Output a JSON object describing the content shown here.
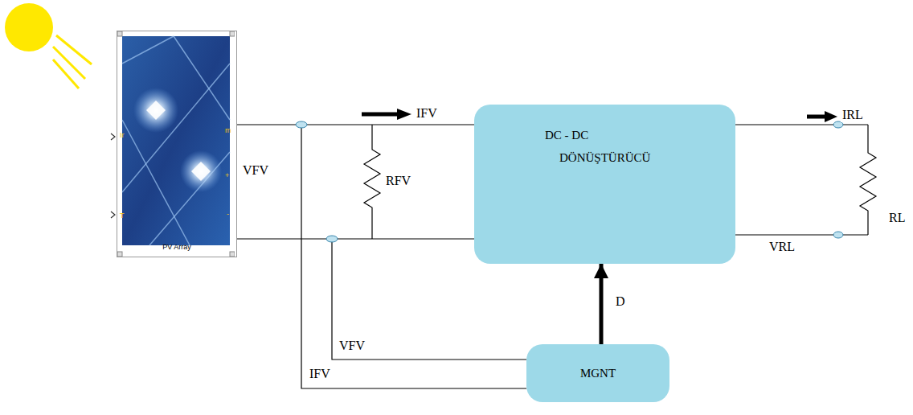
{
  "diagram": {
    "nodes": [
      {
        "text": [
          "Ir",
          "T",
          "m",
          "+",
          "-",
          "PV Array"
        ]
      },
      {
        "text": [
          "DC - DC",
          "DÖNÜŞTÜRÜCÜ"
        ]
      },
      {
        "text": [
          "MGNT"
        ]
      }
    ],
    "edges": [
      {
        "from": 0,
        "to": 1,
        "arrow": "none"
      },
      {
        "from": 0,
        "to": 1,
        "arrow": "none"
      },
      {
        "from": 2,
        "to": 1,
        "arrow": "to",
        "label": "D"
      }
    ],
    "labels": [
      "VFV",
      "IFV",
      "RFV",
      "IRL",
      "RL",
      "VRL",
      "VFV",
      "IFV"
    ]
  }
}
